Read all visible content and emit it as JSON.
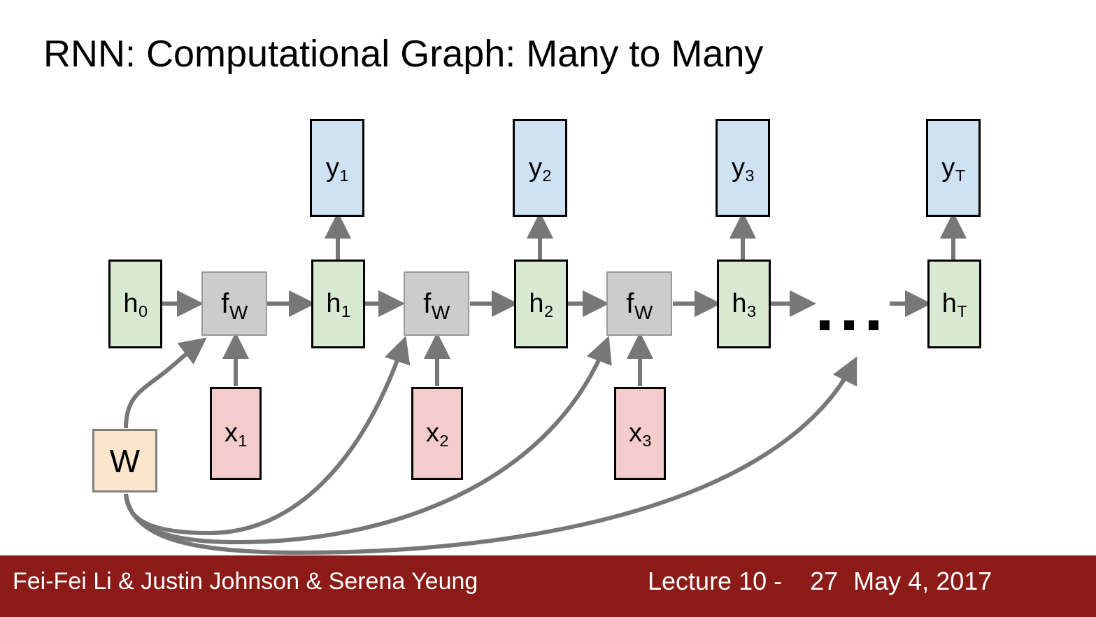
{
  "slide": {
    "title": "RNN: Computational Graph: Many to Many",
    "background_color": "#ffffff"
  },
  "colors": {
    "hidden_state": "#d9ead3",
    "output": "#cfe2f3",
    "input": "#f4cccc",
    "function": "#cccccc",
    "weights": "#fce5cd",
    "arrow": "#777777",
    "footer_bar": "#8c1a17",
    "footer_text": "#ffffff",
    "title_text": "#000000"
  },
  "graph": {
    "hidden_states": [
      {
        "name": "h0",
        "base": "h",
        "sub": "0"
      },
      {
        "name": "h1",
        "base": "h",
        "sub": "1"
      },
      {
        "name": "h2",
        "base": "h",
        "sub": "2"
      },
      {
        "name": "h3",
        "base": "h",
        "sub": "3"
      },
      {
        "name": "hT",
        "base": "h",
        "sub": "T"
      }
    ],
    "outputs": [
      {
        "name": "y1",
        "base": "y",
        "sub": "1"
      },
      {
        "name": "y2",
        "base": "y",
        "sub": "2"
      },
      {
        "name": "y3",
        "base": "y",
        "sub": "3"
      },
      {
        "name": "yT",
        "base": "y",
        "sub": "T"
      }
    ],
    "inputs": [
      {
        "name": "x1",
        "base": "x",
        "sub": "1"
      },
      {
        "name": "x2",
        "base": "x",
        "sub": "2"
      },
      {
        "name": "x3",
        "base": "x",
        "sub": "3"
      }
    ],
    "functions": [
      {
        "name": "fW-1",
        "base": "f",
        "sub": "W"
      },
      {
        "name": "fW-2",
        "base": "f",
        "sub": "W"
      },
      {
        "name": "fW-3",
        "base": "f",
        "sub": "W"
      }
    ],
    "weights": {
      "name": "W",
      "base": "W",
      "sub": ""
    },
    "ellipsis": "..."
  },
  "footer": {
    "authors": "Fei-Fei Li & Justin Johnson & Serena Yeung",
    "lecture": "Lecture 10 -",
    "page": "27",
    "date": "May 4, 2017"
  }
}
